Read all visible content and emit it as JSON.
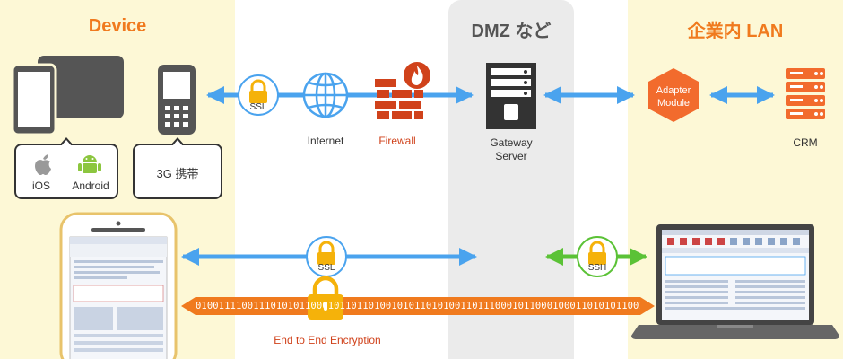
{
  "zones": {
    "device": "Device",
    "dmz": "DMZ など",
    "lan": "企業内 LAN"
  },
  "labels": {
    "ios": "iOS",
    "android": "Android",
    "mobile_3g": "3G 携帯",
    "ssl_top": "SSL",
    "internet": "Internet",
    "firewall": "Firewall",
    "gateway": "Gateway",
    "server": "Server",
    "adapter_line1": "Adapter",
    "adapter_line2": "Module",
    "crm": "CRM",
    "ssl_bottom": "SSL",
    "ssh": "SSH",
    "binary": "01001111001110101011000101101101001010110101001101110001011000100011010101100101100",
    "e2e": "End to End Encryption"
  },
  "colors": {
    "blue_arrow": "#4aa3ee",
    "green_arrow": "#5bc236",
    "orange_arrow": "#f07a1e",
    "lock": "#f5b20a",
    "firewall": "#d0421b",
    "crm": "#f26b2d",
    "adapter": "#f26b2d",
    "dark_device": "#555555"
  },
  "icons": [
    "apple-icon",
    "android-icon",
    "tablet-icon",
    "phone-icon",
    "feature-phone-icon",
    "lock-icon",
    "globe-icon",
    "firewall-icon",
    "server-icon",
    "adapter-hexagon-icon",
    "crm-server-stack-icon",
    "laptop-icon",
    "smartphone-screen-icon"
  ]
}
